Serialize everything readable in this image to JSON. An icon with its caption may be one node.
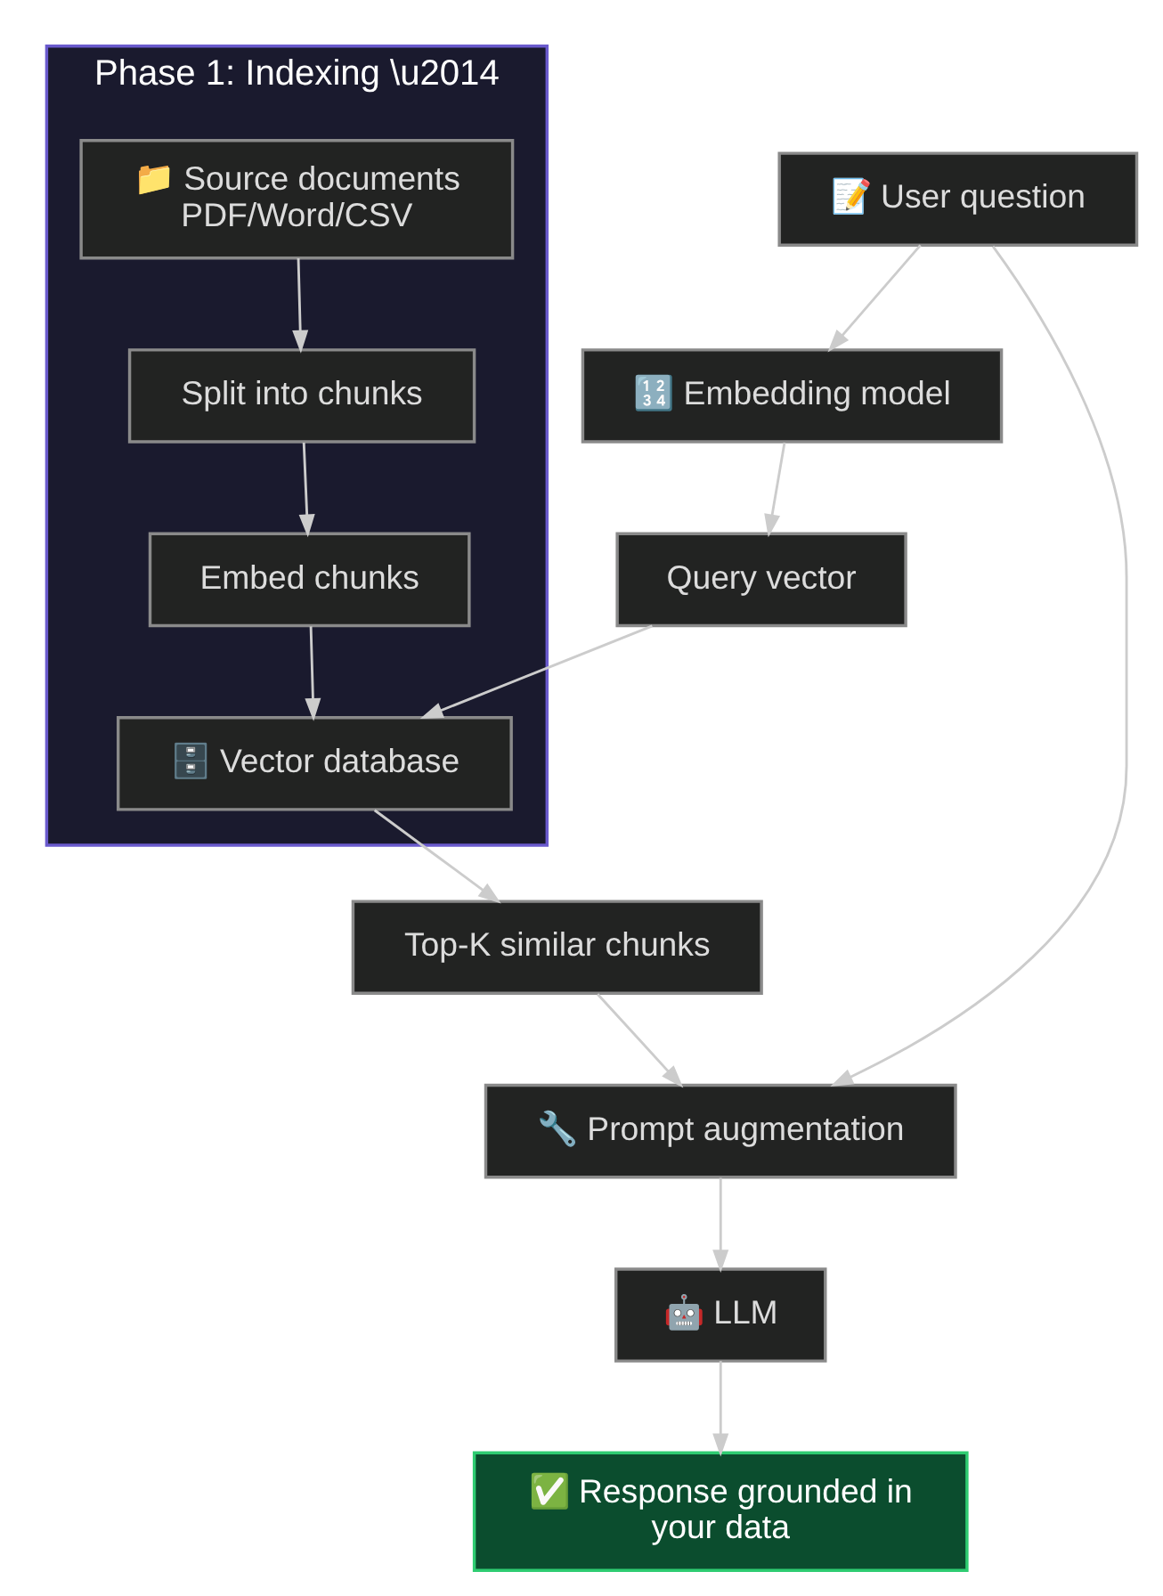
{
  "diagram": {
    "nodes": [
      {
        "text": [
          "Phase 1: Indexing \\u2014"
        ]
      },
      {
        "text": [
          "📁 Source documents",
          "PDF/Word/CSV"
        ],
        "in": 0
      },
      {
        "text": [
          "Split into chunks"
        ],
        "in": 0
      },
      {
        "text": [
          "Embed chunks"
        ],
        "in": 0
      },
      {
        "text": [
          "🗄️ Vector database"
        ],
        "in": 0
      },
      {
        "text": [
          "📝 User question"
        ]
      },
      {
        "text": [
          "🔢 Embedding model"
        ]
      },
      {
        "text": [
          "Query vector"
        ]
      },
      {
        "text": [
          "Top-K similar chunks"
        ]
      },
      {
        "text": [
          "🔧 Prompt augmentation"
        ]
      },
      {
        "text": [
          "🤖 LLM"
        ]
      },
      {
        "text": [
          "✅ Response grounded in your data"
        ]
      }
    ],
    "edges": [
      {
        "from": 1,
        "to": 2,
        "arrow": "to"
      },
      {
        "from": 2,
        "to": 3,
        "arrow": "to"
      },
      {
        "from": 3,
        "to": 4,
        "arrow": "to"
      },
      {
        "from": 5,
        "to": 6,
        "arrow": "to"
      },
      {
        "from": 6,
        "to": 7,
        "arrow": "to"
      },
      {
        "from": 7,
        "to": 4,
        "arrow": "to"
      },
      {
        "from": 4,
        "to": 8,
        "arrow": "to"
      },
      {
        "from": 8,
        "to": 9,
        "arrow": "to"
      },
      {
        "from": 5,
        "to": 9,
        "arrow": "to"
      },
      {
        "from": 9,
        "to": 10,
        "arrow": "to"
      },
      {
        "from": 10,
        "to": 11,
        "arrow": "to"
      }
    ]
  }
}
